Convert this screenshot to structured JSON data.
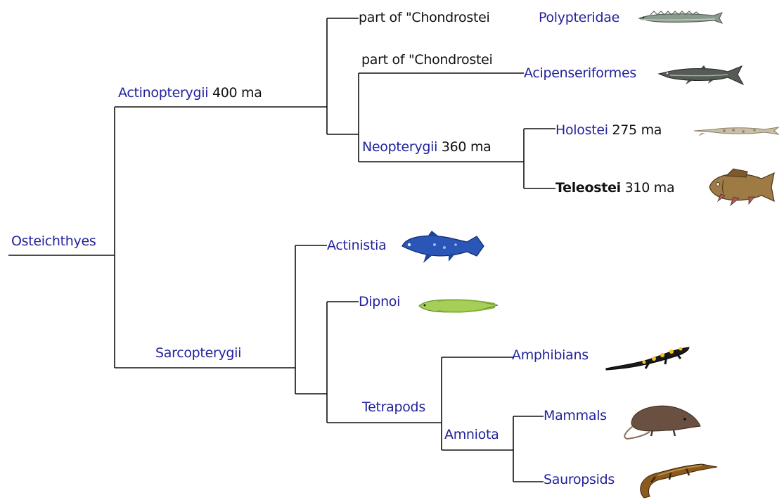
{
  "tree": {
    "root": "Osteichthyes",
    "actinopterygii": {
      "name": "Actinopterygii",
      "age": "400 ma"
    },
    "chondrostei_1": "part of \"Chondrostei",
    "polypteridae": "Polypteridae",
    "chondrostei_2": "part of \"Chondrostei",
    "acipenseriformes": "Acipenseriformes",
    "neopterygii": {
      "name": "Neopterygii",
      "age": "360 ma"
    },
    "holostei": {
      "name": "Holostei",
      "age": "275 ma"
    },
    "teleostei": {
      "name": "Teleostei",
      "age": "310 ma"
    },
    "sarcopterygii": "Sarcopterygii",
    "actinistia": "Actinistia",
    "dipnoi": "Dipnoi",
    "tetrapods": "Tetrapods",
    "amphibians": "Amphibians",
    "amniota": "Amniota",
    "mammals": "Mammals",
    "sauropsids": "Sauropsids"
  },
  "colors": {
    "link": "#22229c",
    "text": "#111111",
    "line": "#111111"
  }
}
